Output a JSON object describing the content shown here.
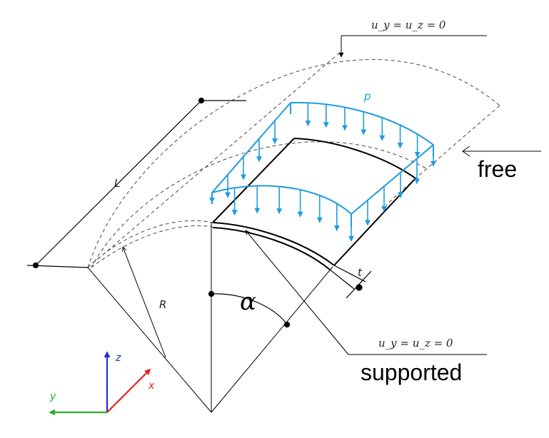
{
  "labels": {
    "top_bc": "u_y = u_z = 0",
    "bottom_bc": "u_y = u_z = 0",
    "free": "free",
    "supported": "supported",
    "length": "L",
    "radius": "R",
    "thickness": "t",
    "angle": "α",
    "pressure": "p"
  },
  "axes": {
    "x": "x",
    "y": "y",
    "z": "z"
  },
  "colors": {
    "load": "#1e9be0",
    "x_axis": "#e8201e",
    "y_axis": "#21b321",
    "z_axis": "#1f2fd6",
    "line": "#000000",
    "hidden_line": "#555555"
  }
}
